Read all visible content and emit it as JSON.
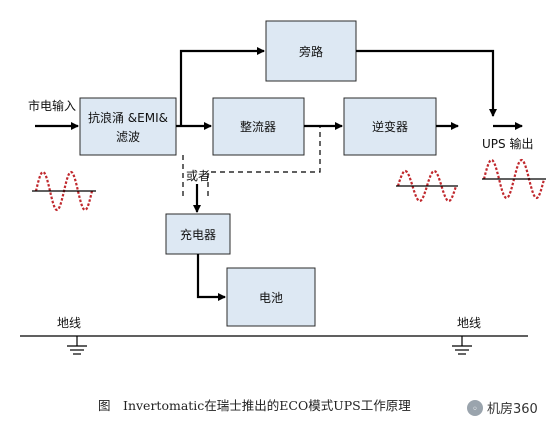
{
  "blocks": {
    "bypass": "旁路",
    "filter_line1": "抗浪涌 &EMI&",
    "filter_line2": "滤波",
    "rectifier": "整流器",
    "inverter": "逆变器",
    "charger": "充电器",
    "battery": "电池"
  },
  "labels": {
    "mains_input": "市电输入",
    "ups_output": "UPS 输出",
    "or": "或者",
    "ground_left": "地线",
    "ground_right": "地线"
  },
  "caption": "图　Invertomatic在瑞士推出的ECO模式UPS工作原理",
  "watermark": "机房360",
  "colors": {
    "block_fill": "#dde8f3",
    "sine_color": "#c0282d",
    "line_color": "#000000"
  }
}
